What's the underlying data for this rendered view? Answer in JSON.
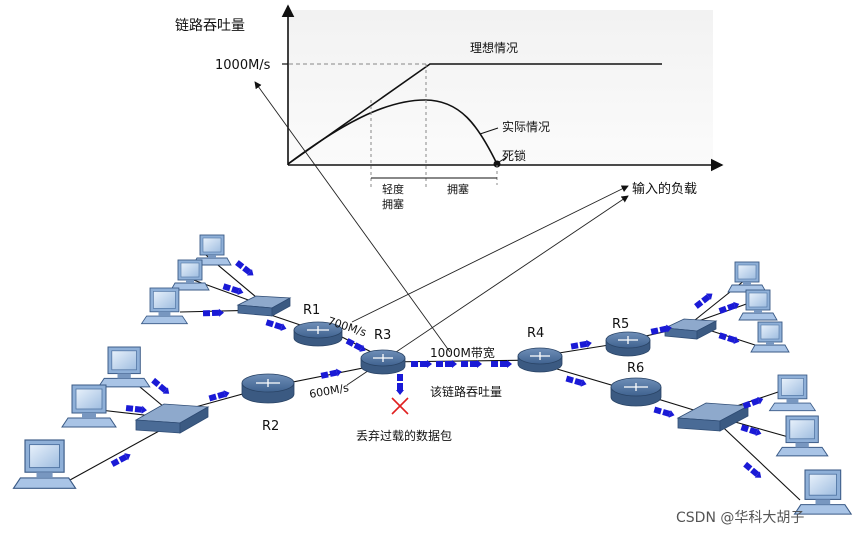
{
  "chart": {
    "y_label": "链路吞吐量",
    "y_tick": "1000M/s",
    "ideal": "理想情况",
    "actual": "实际情况",
    "deadlock": "死锁",
    "light": [
      "轻度",
      "拥塞"
    ],
    "congestion": "拥塞",
    "x_label": "输入的负载"
  },
  "network": {
    "routers": {
      "r1": "R1",
      "r2": "R2",
      "r3": "R3",
      "r4": "R4",
      "r5": "R5",
      "r6": "R6"
    },
    "link_700": "700M/s",
    "link_600": "600M/s",
    "bandwidth": "1000M带宽",
    "throughput": "该链路吞吐量",
    "drop": "丢弃过载的数据包"
  },
  "watermark": "CSDN @华科大胡子",
  "colors": {
    "packet": "#1a1ad6",
    "router": "#3d5f8a",
    "switch": "#5d7ca6",
    "drop": "#e02020"
  }
}
